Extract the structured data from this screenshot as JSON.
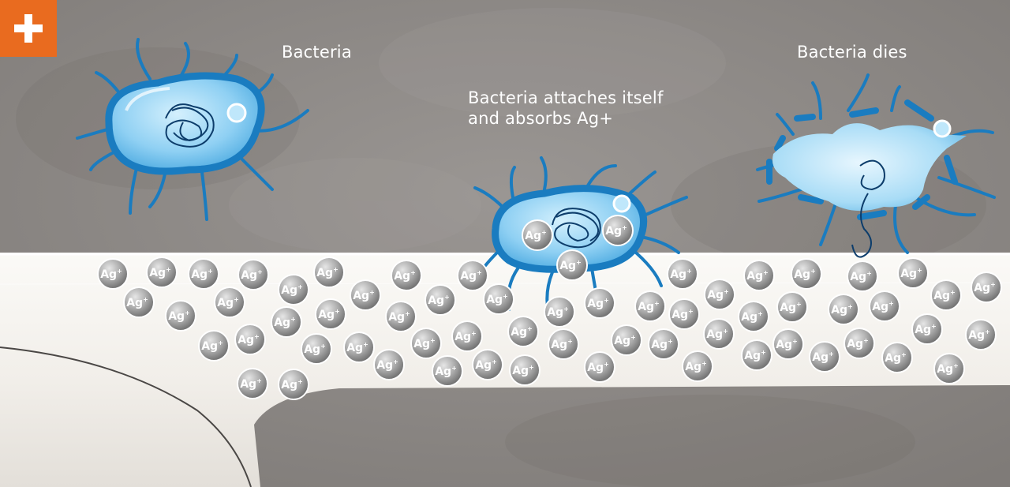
{
  "button": {
    "icon": "plus-icon",
    "color": "#e96b1f"
  },
  "labels": {
    "stage1": "Bacteria",
    "stage2_line1": "Bacteria attaches itself",
    "stage2_line2": "and absorbs Ag+",
    "stage3": "Bacteria dies"
  },
  "ion": {
    "symbol": "Ag",
    "charge": "+"
  },
  "colors": {
    "background": "#8d8986",
    "surface": "#f2f0ec",
    "bacteria_dark": "#1a7cc0",
    "bacteria_light": "#8fd0f3",
    "accent": "#e96b1f"
  }
}
